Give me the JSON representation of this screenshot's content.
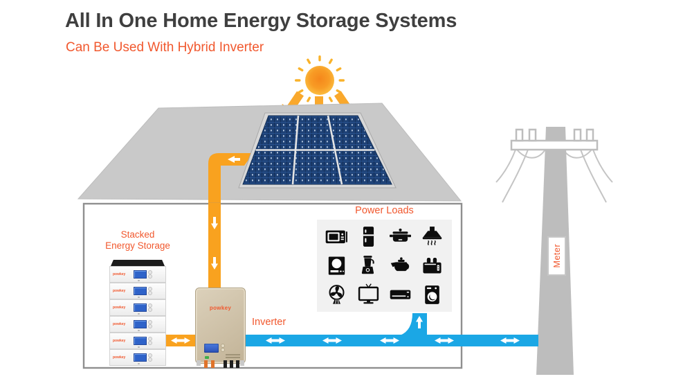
{
  "header": {
    "title": "All In One Home Energy Storage Systems",
    "subtitle": "Can Be Used With Hybrid Inverter"
  },
  "labels": {
    "stacked_storage": "Stacked\nEnergy Storage",
    "power_loads": "Power Loads",
    "inverter": "Inverter",
    "meter": "Meter"
  },
  "branding": {
    "logo": "powkey"
  },
  "battery": {
    "module_count": 6
  },
  "power_loads": {
    "items": [
      "microwave",
      "refrigerator",
      "cooking-pot",
      "range-hood",
      "induction-cooker",
      "blender",
      "kettle",
      "toaster",
      "fan",
      "tv",
      "air-conditioner",
      "washing-machine"
    ]
  },
  "colors": {
    "accent": "#F1582E",
    "title": "#3F3F3F",
    "pipe_orange": "#F9A21F",
    "pipe_blue": "#1BA7E5",
    "roof_gray": "#C9C9C9",
    "pole_gray": "#BDBDBD",
    "panel_blue": "#1D4074"
  }
}
